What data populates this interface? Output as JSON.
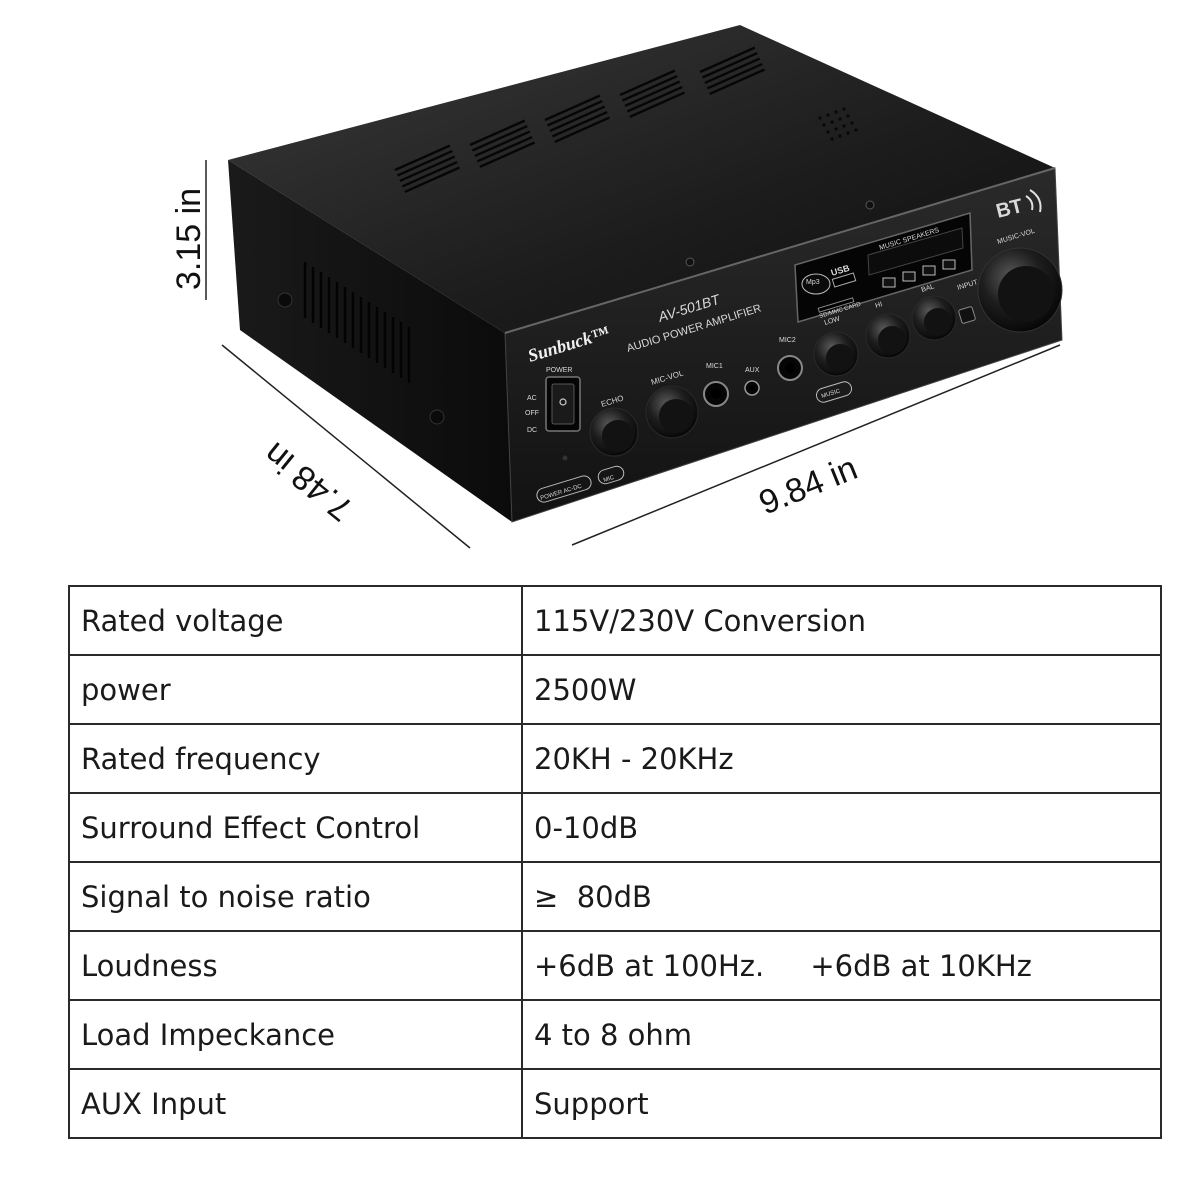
{
  "dimensions": {
    "height": "3.15 in",
    "depth": "7.48 in",
    "width": "9.84 in"
  },
  "product": {
    "brand": "Sunbuck™",
    "model": "AV-501BT",
    "subtitle": "AUDIO POWER AMPLIFIER",
    "bt_badge": "BT",
    "panel_labels": {
      "power": "POWER",
      "ac": "AC",
      "off": "OFF",
      "dc": "DC",
      "echo": "ECHO",
      "mic_vol": "MIC-VOL",
      "mic1": "MIC1",
      "aux": "AUX",
      "mic2": "MIC2",
      "low": "LOW",
      "hi": "HI",
      "bal": "BAL",
      "input": "INPUT",
      "music_vol": "MUSIC-VOL",
      "music_speakers": "MUSIC SPEAKERS",
      "usb": "USB",
      "mp3": "Mp3",
      "sd_card": "SD/MMC CARD",
      "power_ac_dc": "POWER AC-DC",
      "mic_tag": "MIC",
      "music_tag": "MUSIC"
    }
  },
  "specs": [
    {
      "label": "Rated voltage",
      "value": "115V/230V Conversion"
    },
    {
      "label": "power",
      "value": "2500W"
    },
    {
      "label": "Rated frequency",
      "value": "20KH - 20KHz"
    },
    {
      "label": "Surround Effect Control",
      "value": "0-10dB"
    },
    {
      "label": "Signal to noise ratio",
      "value": "≥  80dB"
    },
    {
      "label": "Loudness",
      "value": "+6dB at 100Hz.     +6dB at 10KHz"
    },
    {
      "label": "Load Impeckance",
      "value": "4 to 8 ohm"
    },
    {
      "label": "AUX Input",
      "value": "Support"
    }
  ]
}
